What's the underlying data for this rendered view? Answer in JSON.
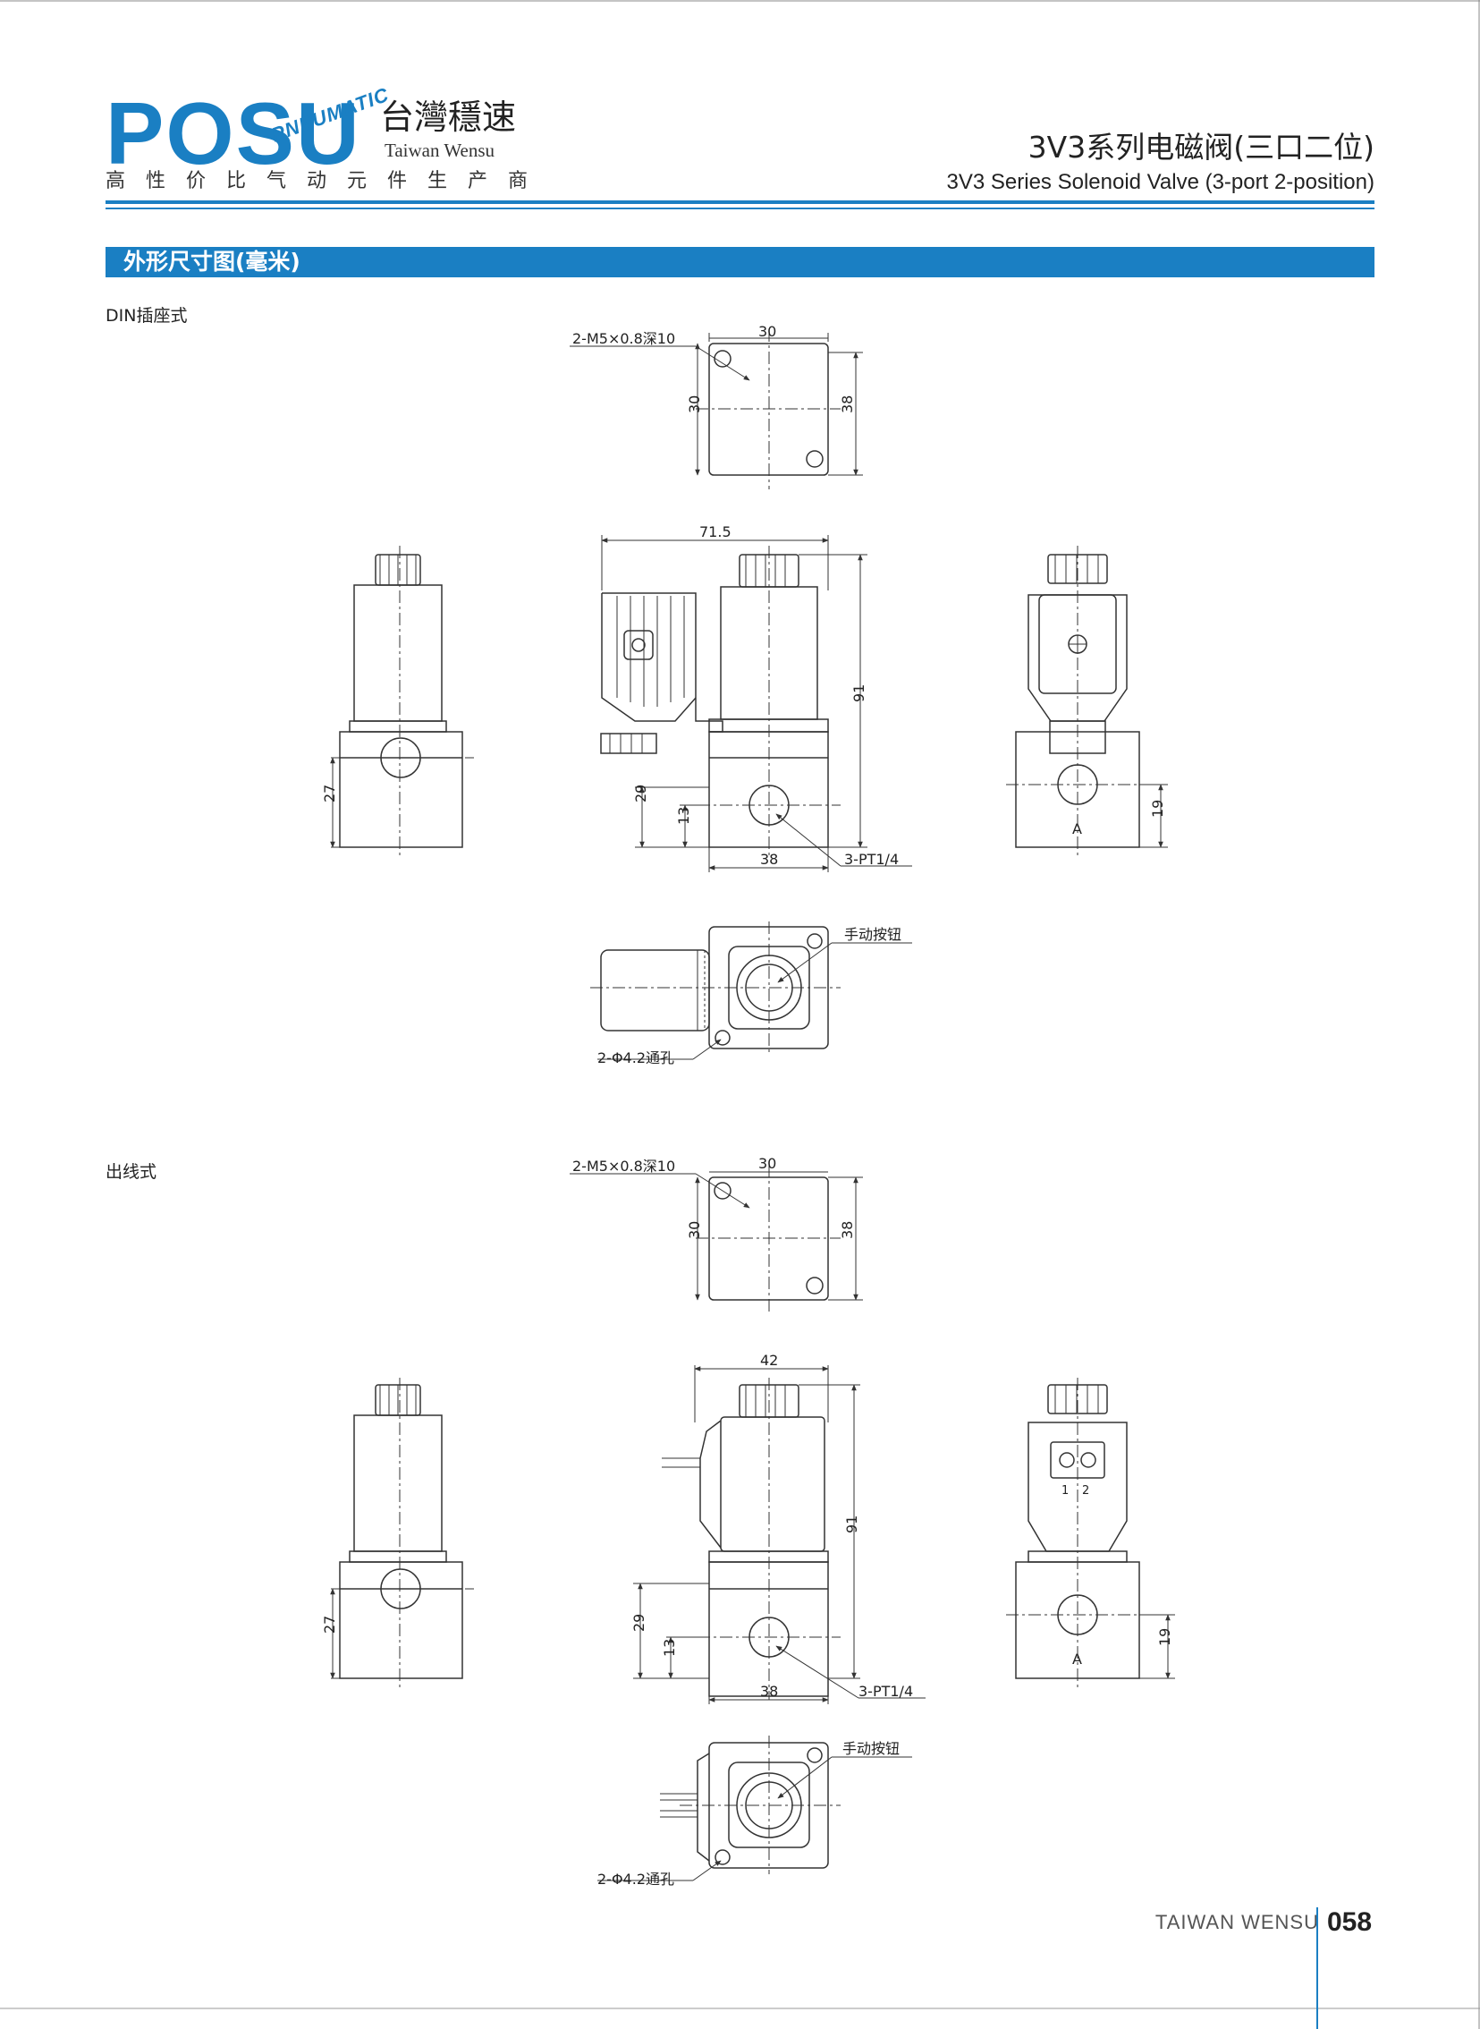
{
  "header": {
    "logo": "POSU",
    "logo_sub": "PNEUMATIC",
    "brand_cn": "台灣穩速",
    "brand_en": "Taiwan Wensu",
    "slogan": "高性价比气动元件生产商",
    "title_cn": "3V3系列电磁阀(三口二位)",
    "title_en": "3V3 Series Solenoid Valve (3-port 2-position)"
  },
  "section": {
    "title": "外形尺寸图(毫米)"
  },
  "din": {
    "label": "DIN插座式",
    "top_thread": "2-M5×0.8深10",
    "top_w": "30",
    "top_h_left": "30",
    "top_h_right": "38",
    "width": "71.5",
    "height": "91",
    "h29": "29",
    "h13": "13",
    "w38": "38",
    "port": "3-PT1/4",
    "left_h": "27",
    "right_h": "19",
    "port_a": "A",
    "manual": "手动按钮",
    "holes": "2-Φ4.2通孔"
  },
  "wire": {
    "label": "出线式",
    "top_thread": "2-M5×0.8深10",
    "top_w": "30",
    "top_h_left": "30",
    "top_h_right": "38",
    "width": "42",
    "height": "91",
    "h29": "29",
    "h13": "13",
    "w38": "38",
    "port": "3-PT1/4",
    "left_h": "27",
    "right_h": "19",
    "port_a": "A",
    "pin1": "1",
    "pin2": "2",
    "manual": "手动按钮",
    "holes": "2-Φ4.2通孔"
  },
  "footer": {
    "brand": "TAIWAN WENSU",
    "page": "058"
  },
  "colors": {
    "accent": "#1a7fc3"
  }
}
